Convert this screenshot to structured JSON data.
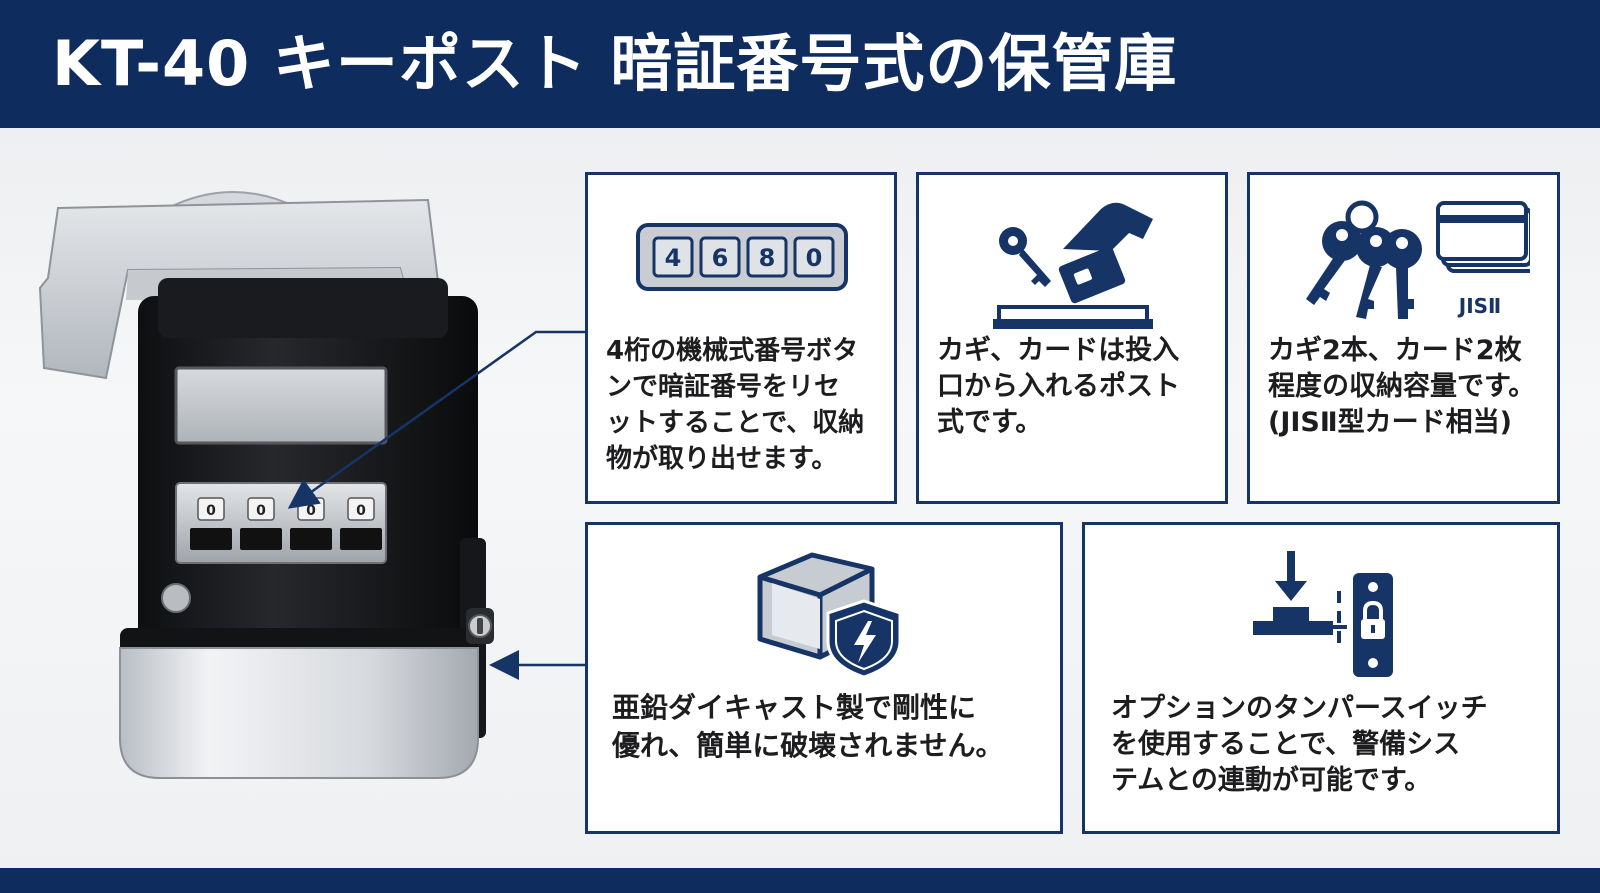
{
  "header": {
    "title": "KT-40 キーポスト 暗証番号式の保管庫"
  },
  "colors": {
    "navy": "#0f2c5e",
    "card_border": "#163466",
    "background": "#eef0f2"
  },
  "features": [
    {
      "id": "dial",
      "icon": "combination-dial-icon",
      "digits": [
        "4",
        "6",
        "8",
        "0"
      ],
      "lines": [
        "4桁の機械式番号ボタ",
        "ンで暗証番号をリセ",
        "ットすることで、収納",
        "物が取り出せます。"
      ]
    },
    {
      "id": "post",
      "icon": "hand-insert-card-icon",
      "lines": [
        "カギ、カードは投入",
        "口から入れるポスト",
        "式です。"
      ]
    },
    {
      "id": "capacity",
      "icon": "keys-and-cards-icon",
      "card_label": "JISⅡ",
      "lines": [
        "カギ2本、カード2枚",
        "程度の収納容量です。",
        "(JISⅡ型カード相当)"
      ]
    },
    {
      "id": "durability",
      "icon": "zinc-block-shield-icon",
      "lines": [
        "亜鉛ダイキャスト製で剛性に",
        "優れ、簡単に破壊されません。"
      ]
    },
    {
      "id": "tamper",
      "icon": "tamper-switch-icon",
      "lines": [
        "オプションのタンパースイッチ",
        "を使用することで、警備シス",
        "テムとの連動が可能です。"
      ]
    }
  ],
  "product": {
    "dial_digits": [
      "0",
      "0",
      "0",
      "0"
    ]
  }
}
